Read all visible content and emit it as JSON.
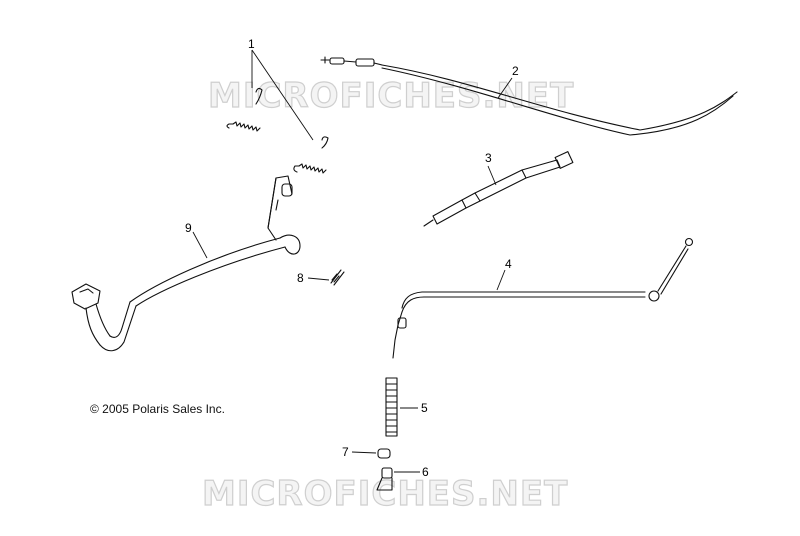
{
  "watermark": {
    "text_top": "MICROFICHES.NET",
    "text_bottom": "MICROFICHES.NET"
  },
  "copyright": "© 2005 Polaris Sales Inc.",
  "callouts": [
    {
      "id": "1",
      "label": "1"
    },
    {
      "id": "2",
      "label": "2"
    },
    {
      "id": "3",
      "label": "3"
    },
    {
      "id": "4",
      "label": "4"
    },
    {
      "id": "5",
      "label": "5"
    },
    {
      "id": "6",
      "label": "6"
    },
    {
      "id": "7",
      "label": "7"
    },
    {
      "id": "8",
      "label": "8"
    },
    {
      "id": "9",
      "label": "9"
    }
  ]
}
